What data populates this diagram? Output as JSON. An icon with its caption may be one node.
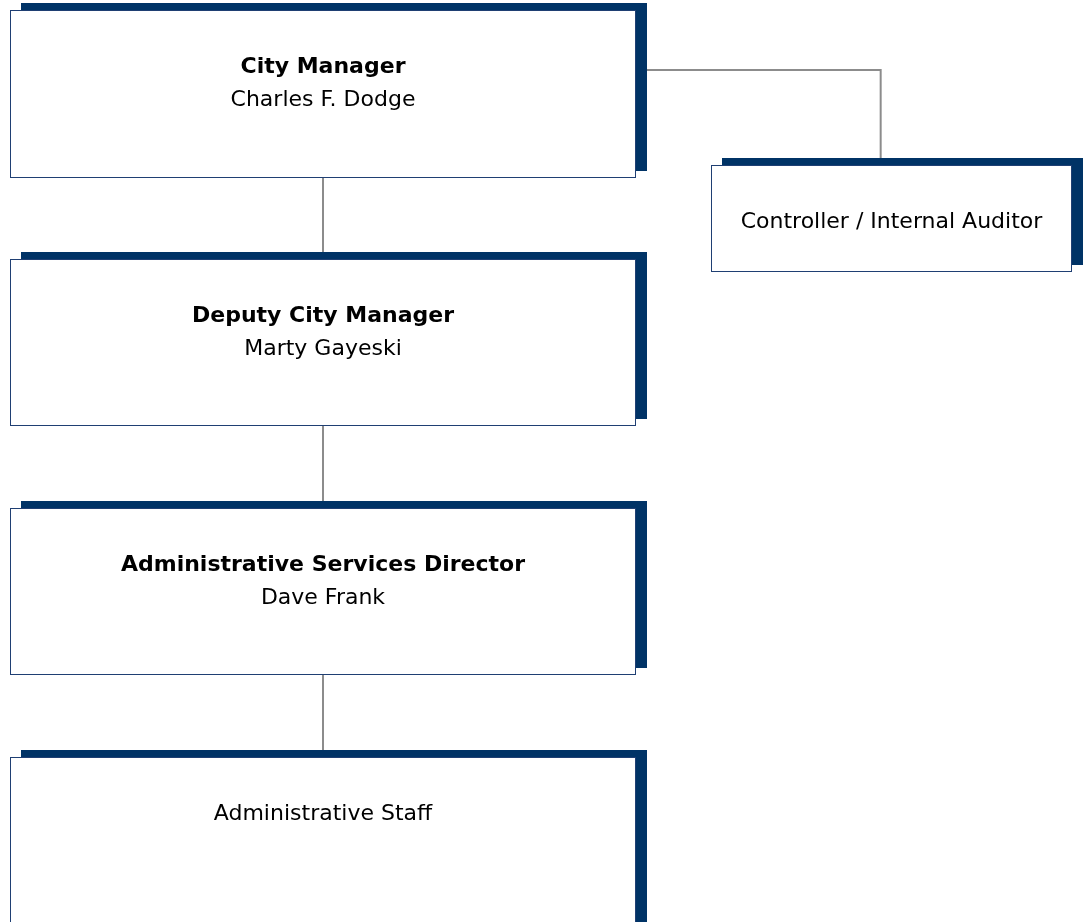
{
  "diagram": {
    "nodes": [
      {
        "text": [
          "City Manager",
          "Charles F. Dodge"
        ]
      },
      {
        "text": [
          "Controller / Internal Auditor"
        ]
      },
      {
        "text": [
          "Deputy City Manager",
          "Marty Gayeski"
        ]
      },
      {
        "text": [
          "Administrative Services Director",
          "Dave Frank"
        ]
      },
      {
        "text": [
          "Administrative Staff"
        ]
      }
    ],
    "edges": [
      {
        "from": 0,
        "to": 1,
        "arrow": "none"
      },
      {
        "from": 0,
        "to": 2,
        "arrow": "none"
      },
      {
        "from": 2,
        "to": 3,
        "arrow": "none"
      },
      {
        "from": 3,
        "to": 4,
        "arrow": "none"
      }
    ]
  }
}
